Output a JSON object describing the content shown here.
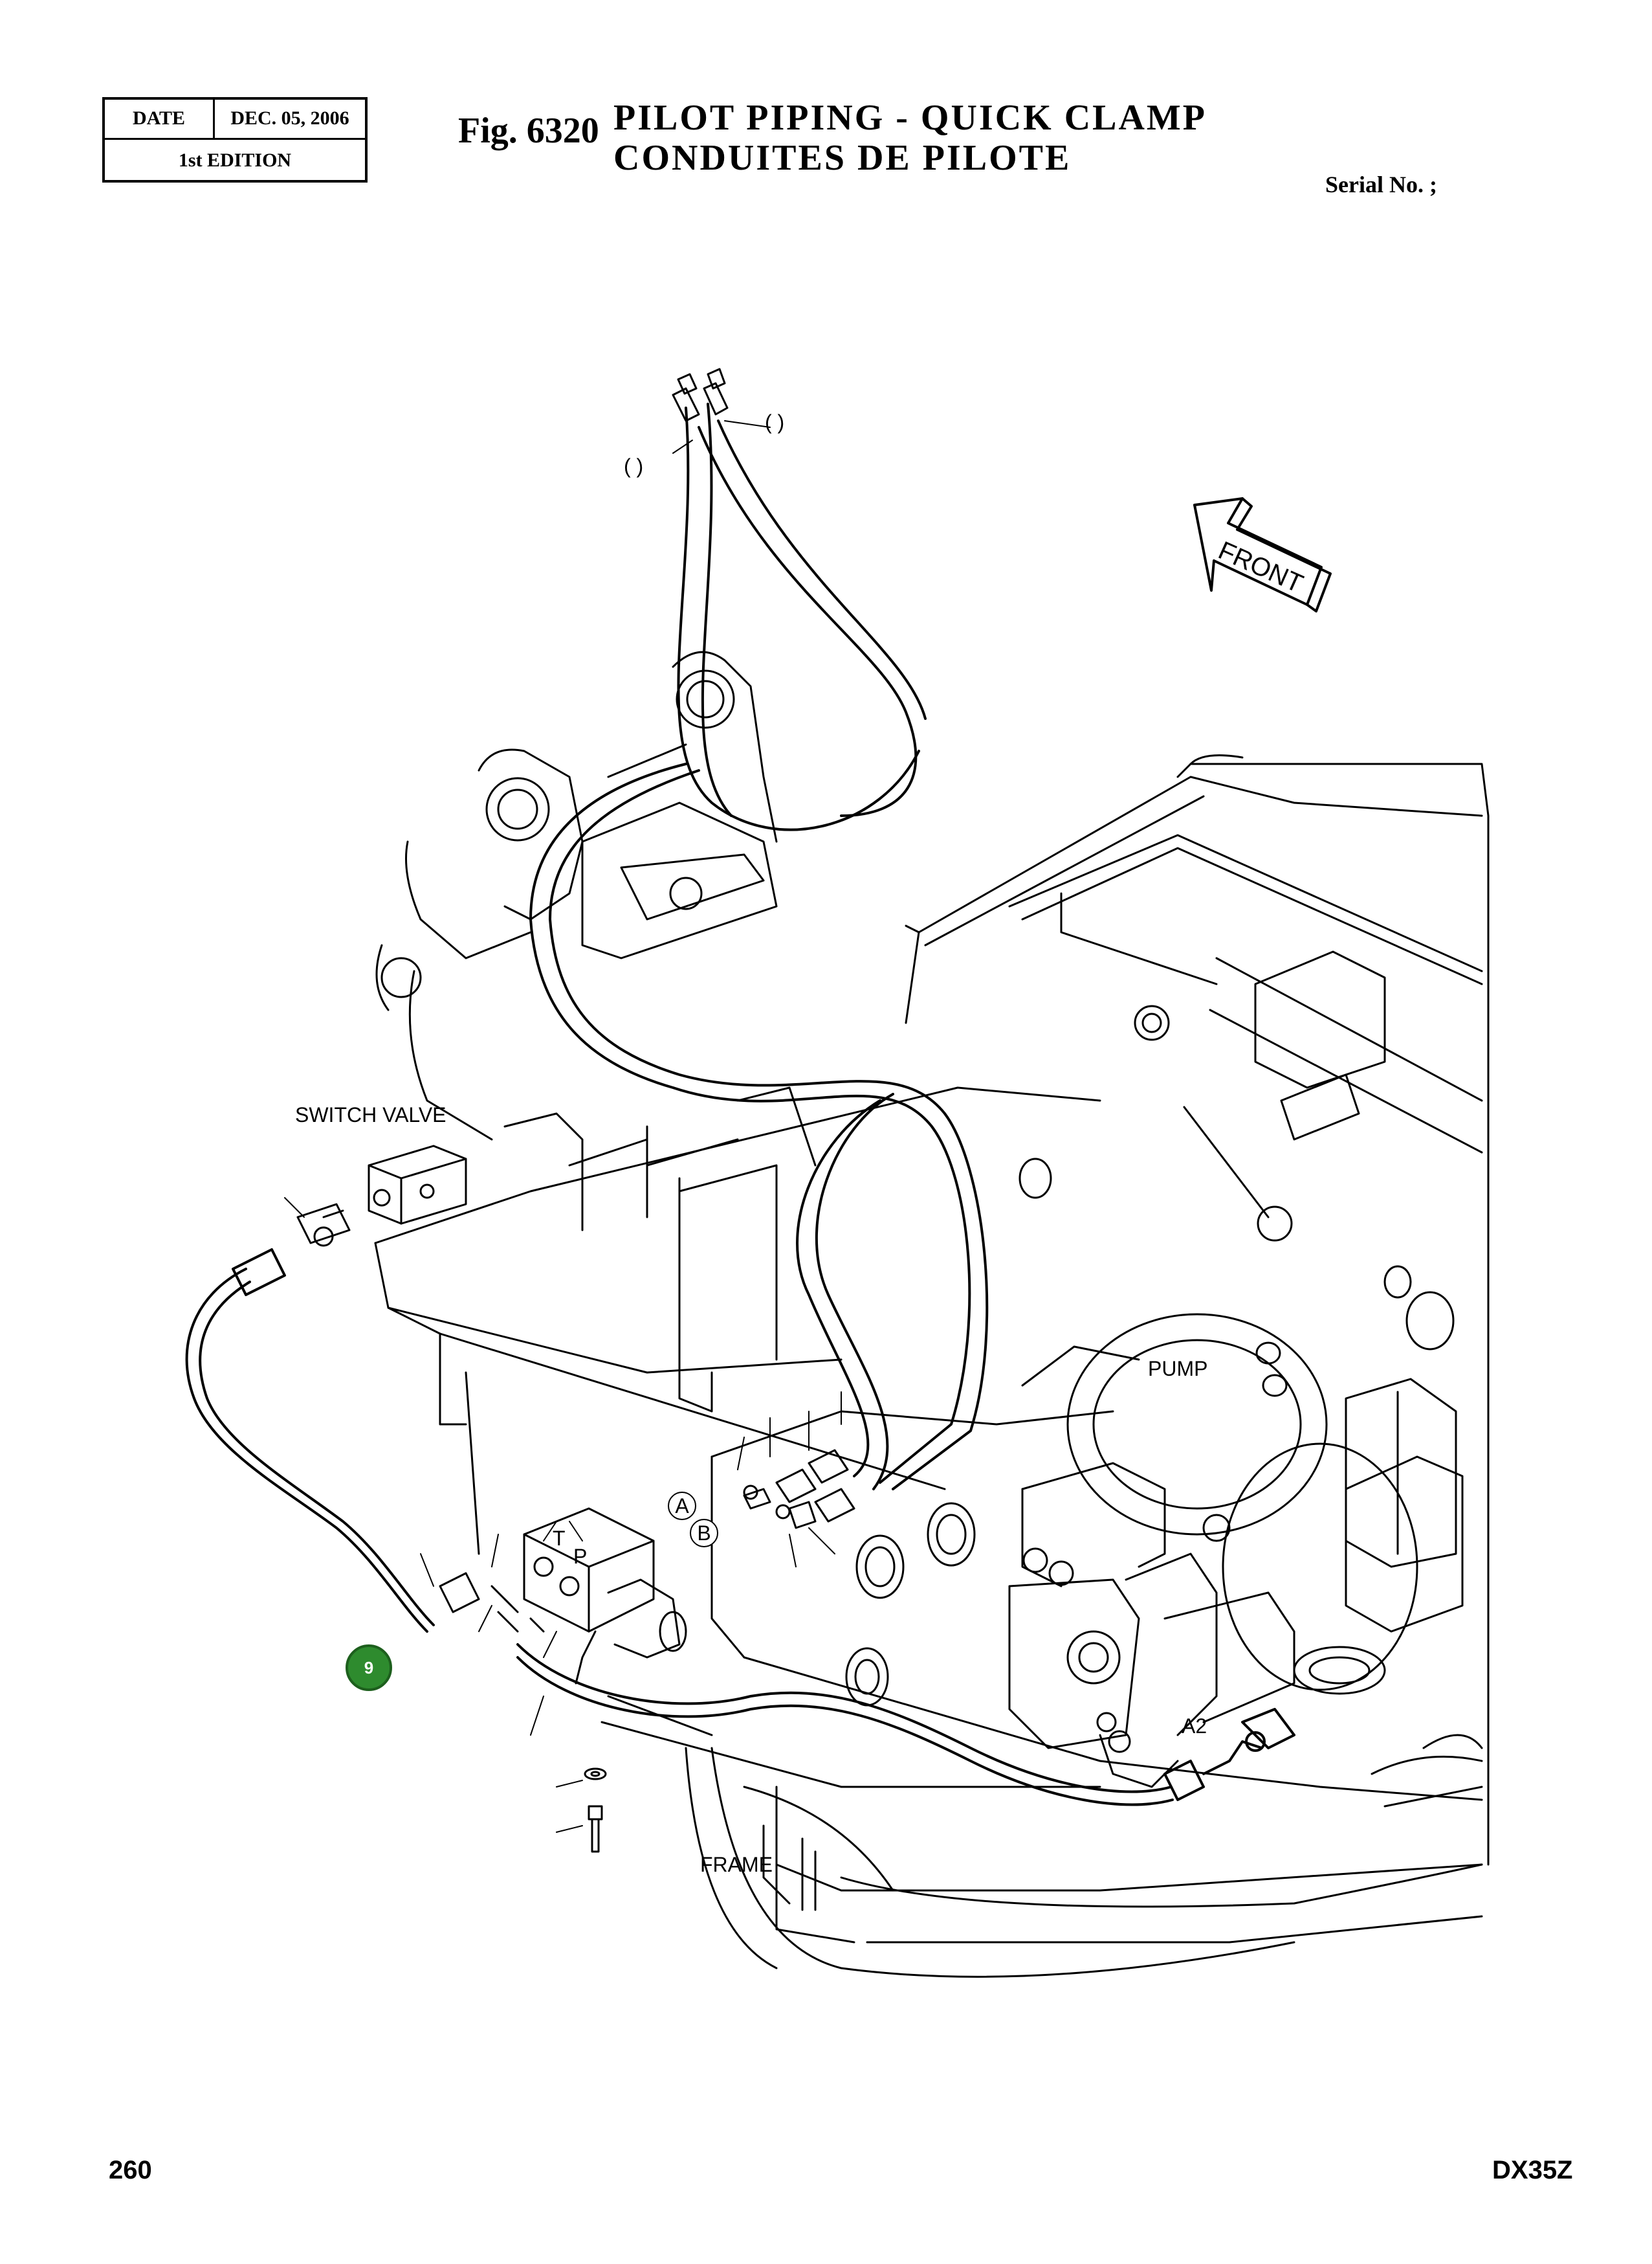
{
  "header": {
    "date_label": "DATE",
    "date_value": "DEC. 05, 2006",
    "edition": "1st EDITION",
    "fig_number": "Fig. 6320",
    "title_en": "PILOT PIPING - QUICK CLAMP",
    "title_fr": "CONDUITES DE PILOTE",
    "serial_label": "Serial No. ;"
  },
  "diagram": {
    "front_arrow": "FRONT",
    "labels": {
      "switch_valve": "SWITCH VALVE",
      "pump": "PUMP",
      "frame": "FRAME",
      "port_t": "T",
      "port_p": "P",
      "port_a2": "A2",
      "ref_a": "A",
      "ref_b": "B"
    },
    "callouts": {
      "hose_top_right": "(  )",
      "hose_top_left": "(  )"
    },
    "marker": "9"
  },
  "footer": {
    "page_number": "260",
    "model": "DX35Z"
  }
}
